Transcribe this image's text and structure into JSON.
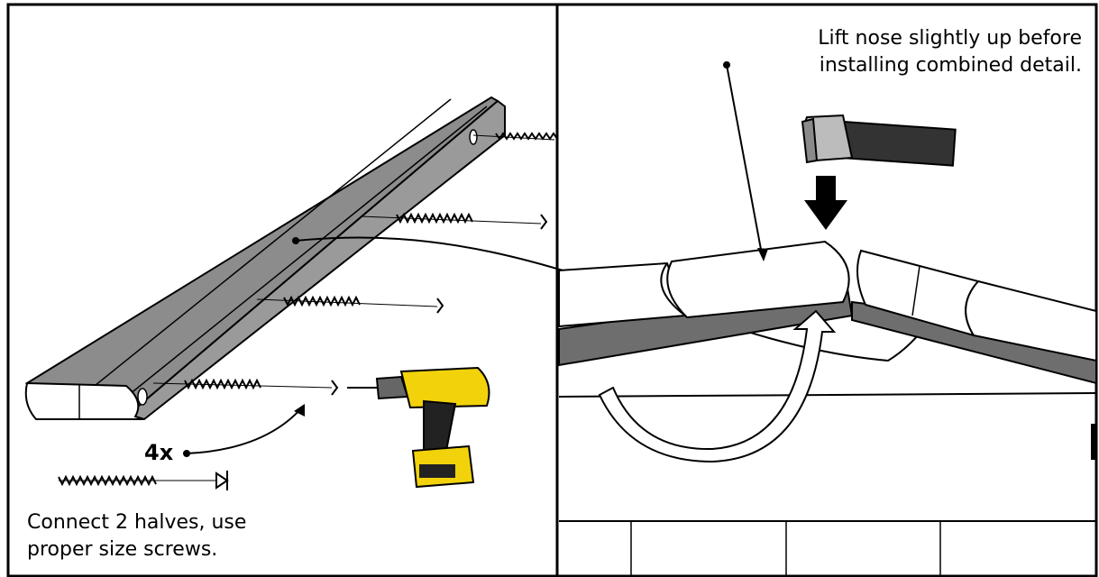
{
  "left_panel": {
    "caption_lines": [
      "Connect 2 halves, use",
      "proper size screws."
    ],
    "screw_count": "4x"
  },
  "right_panel": {
    "caption_lines": [
      "Lift nose slightly up before",
      "installing combined detail."
    ]
  },
  "colors": {
    "frame": "#000000",
    "profile_dark": "#8a8a8a",
    "profile_light": "#ffffff",
    "drill_yellow": "#f2d20a",
    "drill_black": "#222222",
    "roof_dark": "#6e6e6e"
  },
  "icons": [
    "screw-icon",
    "drill-icon",
    "hammer-icon",
    "down-arrow-icon",
    "curved-arrow-icon"
  ]
}
